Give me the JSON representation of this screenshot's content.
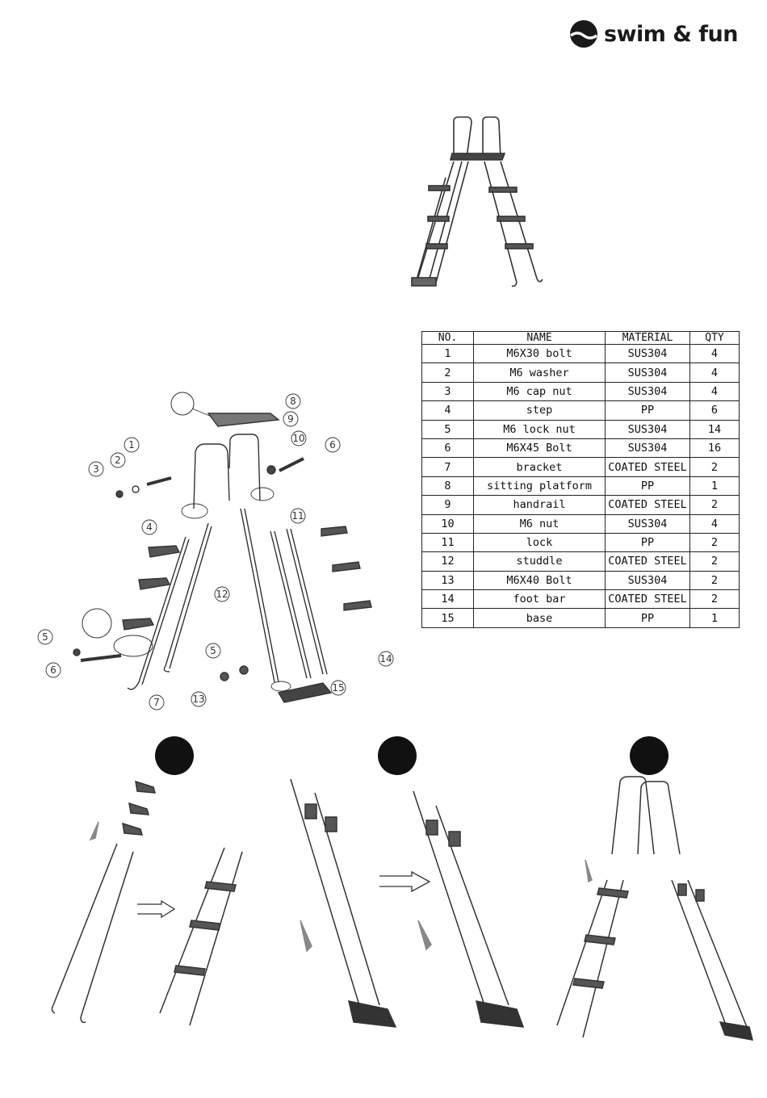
{
  "brand": {
    "name": "swim & fun"
  },
  "parts_table": {
    "headers": [
      "NO.",
      "NAME",
      "MATERIAL",
      "QTY"
    ],
    "rows": [
      [
        "1",
        "M6X30 bolt",
        "SUS304",
        "4"
      ],
      [
        "2",
        "M6 washer",
        "SUS304",
        "4"
      ],
      [
        "3",
        "M6 cap nut",
        "SUS304",
        "4"
      ],
      [
        "4",
        "step",
        "PP",
        "6"
      ],
      [
        "5",
        "M6 lock nut",
        "SUS304",
        "14"
      ],
      [
        "6",
        "M6X45 Bolt",
        "SUS304",
        "16"
      ],
      [
        "7",
        "bracket",
        "COATED STEEL",
        "2"
      ],
      [
        "8",
        "sitting platform",
        "PP",
        "1"
      ],
      [
        "9",
        "handrail",
        "COATED STEEL",
        "2"
      ],
      [
        "10",
        "M6 nut",
        "SUS304",
        "4"
      ],
      [
        "11",
        "lock",
        "PP",
        "2"
      ],
      [
        "12",
        "studdle",
        "COATED STEEL",
        "2"
      ],
      [
        "13",
        "M6X40 Bolt",
        "SUS304",
        "2"
      ],
      [
        "14",
        "foot bar",
        "COATED STEEL",
        "2"
      ],
      [
        "15",
        "base",
        "PP",
        "1"
      ]
    ]
  },
  "callouts": [
    "1",
    "2",
    "3",
    "4",
    "5",
    "6",
    "7",
    "8",
    "9",
    "10",
    "11",
    "12",
    "13",
    "14",
    "15",
    "5",
    "6"
  ]
}
